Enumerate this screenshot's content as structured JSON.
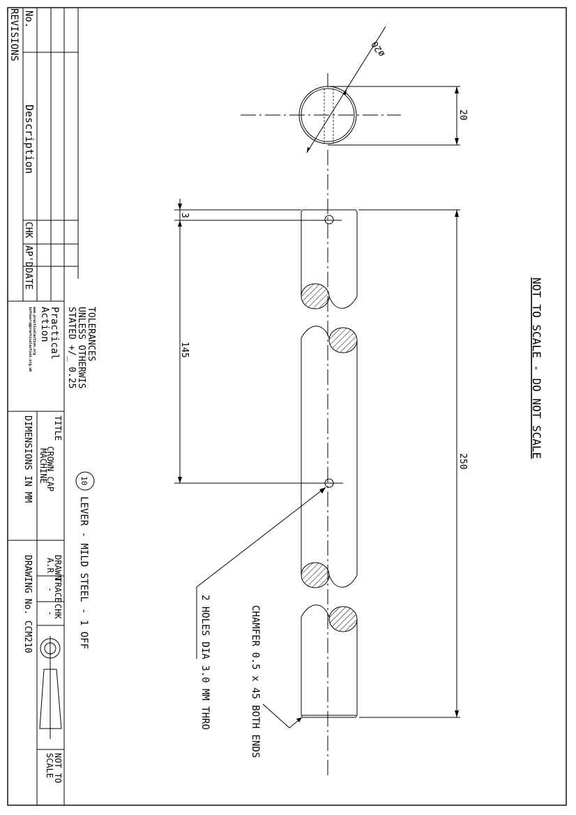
{
  "note": "NOT TO SCALE - DO NOT SCALE",
  "part": {
    "item_number": "10",
    "description": "LEVER - MILD STEEL - 1 OFF"
  },
  "tolerances": [
    "TOLERANCES",
    "UNLESS OTHERWIS",
    "STATED +/_ 0.25"
  ],
  "dimensions": {
    "diameter": "ø20",
    "width": "20",
    "hole_offset": "3",
    "hole_spacing": "145",
    "length": "250"
  },
  "callouts": {
    "chamfer": "CHAMFER 0.5 x 45 BOTH ENDS",
    "holes": "2 HOLES DIA 3.0 MM THRO"
  },
  "revisions": {
    "title": "REVISIONS",
    "headers": {
      "no": "No.",
      "description": "Description",
      "chk": "CHK",
      "approved": "AP'D",
      "date": "DATE"
    }
  },
  "title_block": {
    "company_line1": "Practical",
    "company_line2": "Action",
    "web": "www.practicalaction.org",
    "email": "infoserv@practicalaction.org.uk",
    "title_label": "TITLE",
    "title_line1": "CROWN CAP",
    "title_line2": "MACHINE",
    "units": "DIMENSIONS IN MM",
    "drawn_label": "DRAWN",
    "drawn_value": "A.R",
    "trace_label": "TRACE",
    "trace_value": "-",
    "chk_label": "CHK",
    "chk_value": "-",
    "drawing_number": "DRAWING No. CCM210",
    "scale_line1": "NOT TO",
    "scale_line2": "SCALE"
  }
}
